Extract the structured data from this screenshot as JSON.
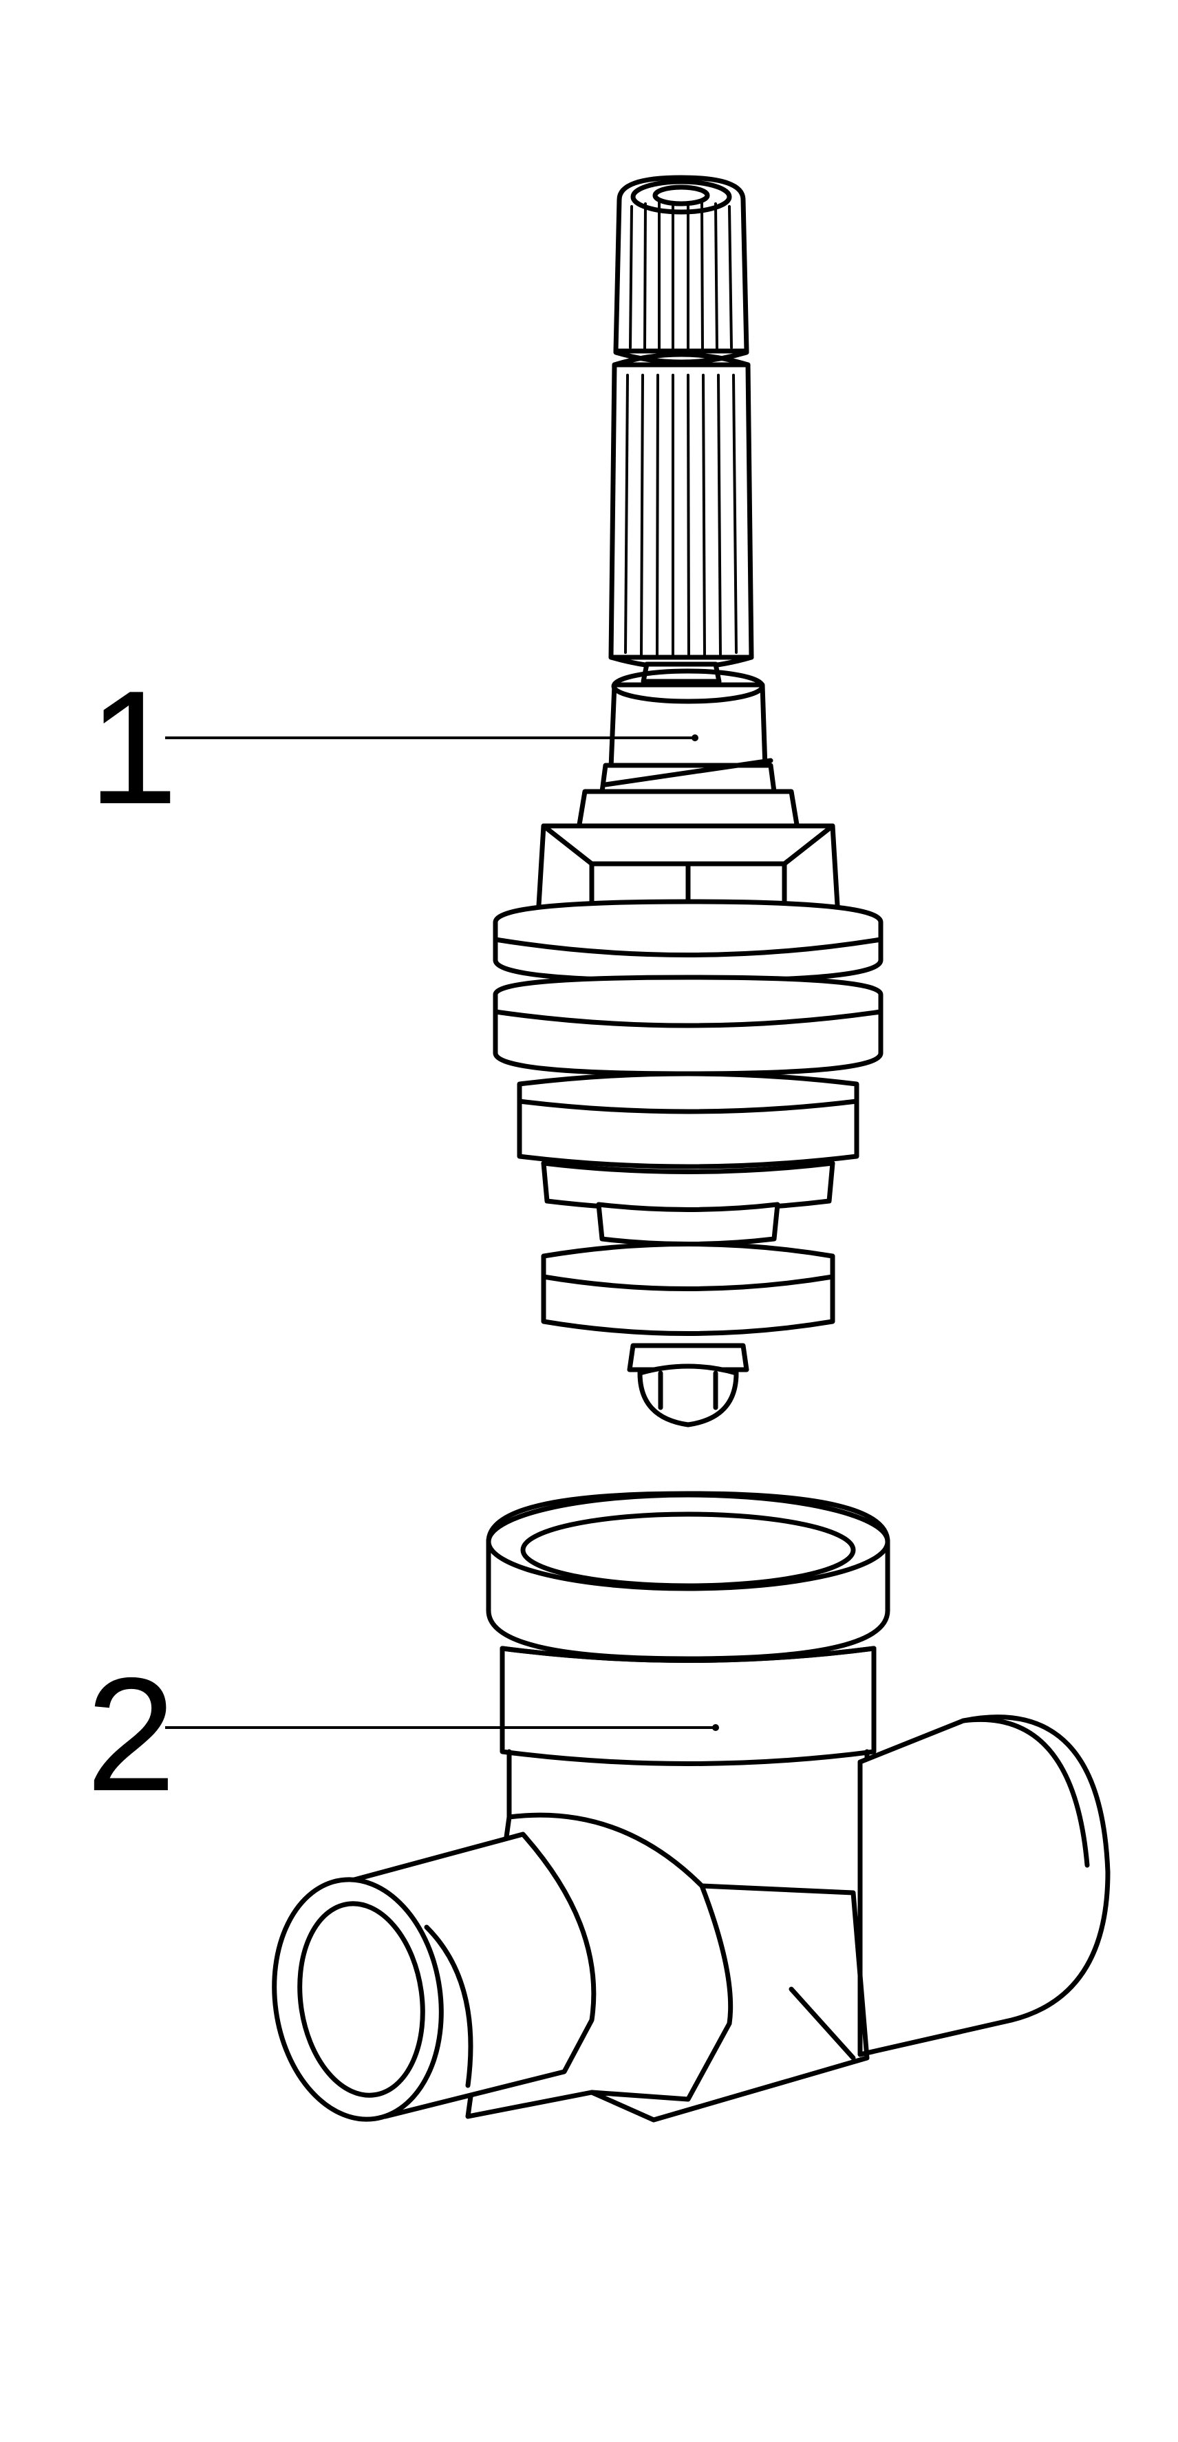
{
  "callouts": [
    {
      "number": "1",
      "part": "cartridge"
    },
    {
      "number": "2",
      "part": "valve-body"
    }
  ]
}
